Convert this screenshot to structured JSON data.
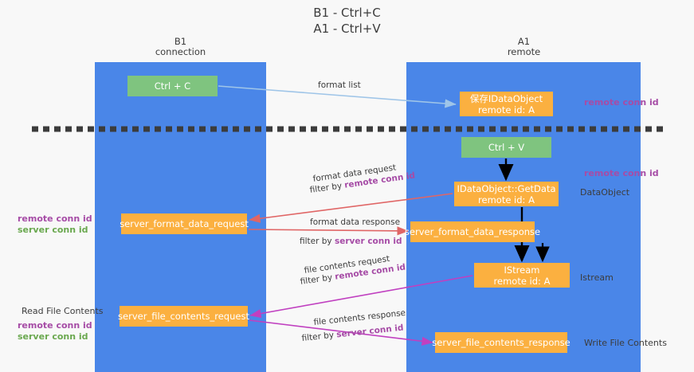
{
  "title": "B1 - Ctrl+C\nA1 - Ctrl+V",
  "lanes": [
    {
      "id": "b1",
      "title": "B1",
      "subtitle": "connection",
      "color": "#4a86e8"
    },
    {
      "id": "a1",
      "title": "A1",
      "subtitle": "remote",
      "color": "#4a86e8"
    }
  ],
  "colors": {
    "lane": "#4a86e8",
    "green_box": "#7fc47f",
    "orange_box": "#fbb040",
    "purple_text": "#a64ca6",
    "green_text": "#6aa84f",
    "dark_text": "#3c3c3c",
    "arrow_blue": "#9fc5e8",
    "arrow_red": "#e06666",
    "arrow_magenta": "#c040c0",
    "arrow_black": "#000000",
    "divider": "#3c3c3c",
    "background": "#f8f8f8"
  },
  "nodes": {
    "ctrl_c": {
      "line1": "Ctrl + C",
      "line2": ""
    },
    "save_dataobject": {
      "line1": "保存IDataObject",
      "line2": "remote id: A"
    },
    "ctrl_v": {
      "line1": "Ctrl + V",
      "line2": ""
    },
    "getdata": {
      "line1": "IDataObject::GetData",
      "line2": "remote id: A"
    },
    "server_format_data_request": {
      "line1": "server_format_data_request",
      "line2": ""
    },
    "server_format_data_response": {
      "line1": "server_format_data_response",
      "line2": ""
    },
    "istream": {
      "line1": "IStream",
      "line2": "remote id: A"
    },
    "server_file_contents_request": {
      "line1": "server_file_contents_request",
      "line2": ""
    },
    "server_file_contents_response": {
      "line1": "server_file_contents_response",
      "line2": ""
    }
  },
  "right_notes": {
    "remote_conn_id_top": "remote conn id",
    "remote_conn_id_mid": "remote conn id",
    "dataobject": "DataObject",
    "istream": "Istream",
    "write_file_contents": "Write File Contents"
  },
  "left_notes": {
    "remote_conn_id": "remote conn id",
    "server_conn_id": "server conn id",
    "read_file_contents": "Read File Contents",
    "remote_conn_id_2": "remote conn id",
    "server_conn_id_2": "server conn id"
  },
  "edge_labels": {
    "format_list": "format list",
    "format_data_request": "format data request",
    "filter_by_prefix": "filter by ",
    "remote_conn_id": "remote conn id",
    "server_conn_id": "server conn id",
    "format_data_response": "format data response",
    "file_contents_request": "file contents request",
    "file_contents_response": "file contents response"
  }
}
